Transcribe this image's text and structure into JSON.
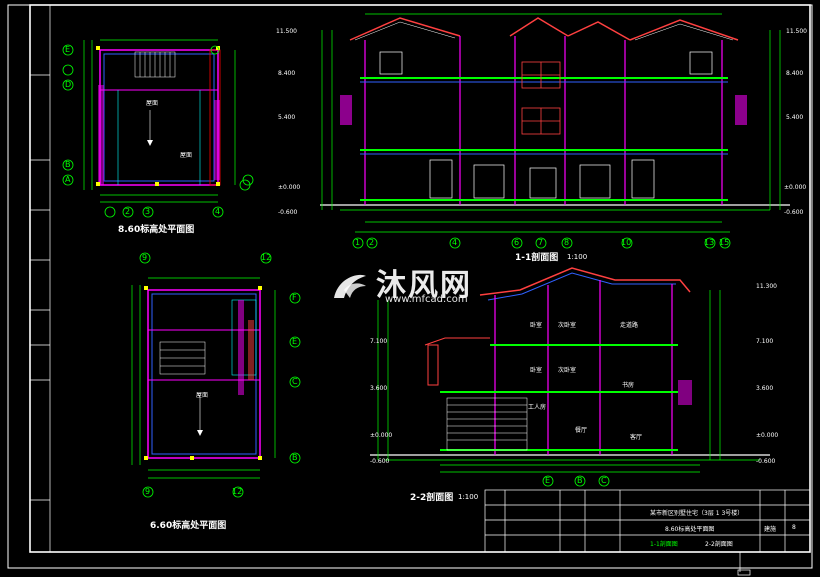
{
  "watermark": {
    "brand": "沐风网",
    "url": "www.mfcad.com"
  },
  "drawings": {
    "plan_top": {
      "title": "8.60标高处平面图"
    },
    "plan_bottom": {
      "title": "6.60标高处平面图"
    },
    "section_1": {
      "title": "1-1剖面图",
      "scale": "1:100"
    },
    "section_2": {
      "title": "2-2剖面图",
      "scale": "1:100"
    }
  },
  "axes": {
    "section_1": [
      "1",
      "2",
      "4",
      "6",
      "7",
      "8",
      "10",
      "13",
      "15"
    ],
    "section_2": [
      "E",
      "B",
      "C"
    ],
    "plan_top_bottom": [
      "2",
      "3",
      "4"
    ],
    "plan_top_left": [
      "E",
      "D",
      "B",
      "A"
    ],
    "plan_bottom_top": [
      "9",
      "12"
    ],
    "plan_bottom_right": [
      "F",
      "E",
      "C",
      "B"
    ],
    "plan_bottom_bottom": [
      "9",
      "12"
    ]
  },
  "elevations": {
    "section_1_left": [
      "11.500",
      "8.400",
      "5.400",
      "±0.000",
      "-0.600"
    ],
    "section_1_right": [
      "11.500",
      "8.400",
      "5.400",
      "±0.000",
      "-0.600"
    ],
    "section_2_left": [
      "7.100",
      "3.600",
      "±0.000",
      "-0.600"
    ],
    "section_2_right": [
      "11.300",
      "7.100",
      "3.600",
      "±0.000",
      "-0.600"
    ]
  },
  "room_labels": {
    "section_2": [
      "卧室",
      "次卧室",
      "走道路",
      "卧室",
      "次卧室",
      "书房",
      "工人房",
      "餐厅",
      "客厅"
    ],
    "plan_top": [
      "屋面",
      "屋面"
    ],
    "plan_bottom": [
      "屋面"
    ]
  },
  "title_block": {
    "project_line": "某市新区别墅住宅（3层 1 3号楼）",
    "drawing_name_1": "8.60标高处平面图",
    "drawing_name_2": "1-1剖面图",
    "drawing_name_3": "2-2剖面图",
    "drawing_no_label": "建施",
    "drawing_no": "8"
  },
  "colors": {
    "background": "#000000",
    "frame": "#ffffff",
    "wall": "#ff00ff",
    "structure": "#00ff00",
    "dimension": "#00ff00",
    "roof": "#ff4040",
    "accent_blue": "#3060ff",
    "yellow": "#ffff00",
    "cyan": "#00ffff"
  }
}
